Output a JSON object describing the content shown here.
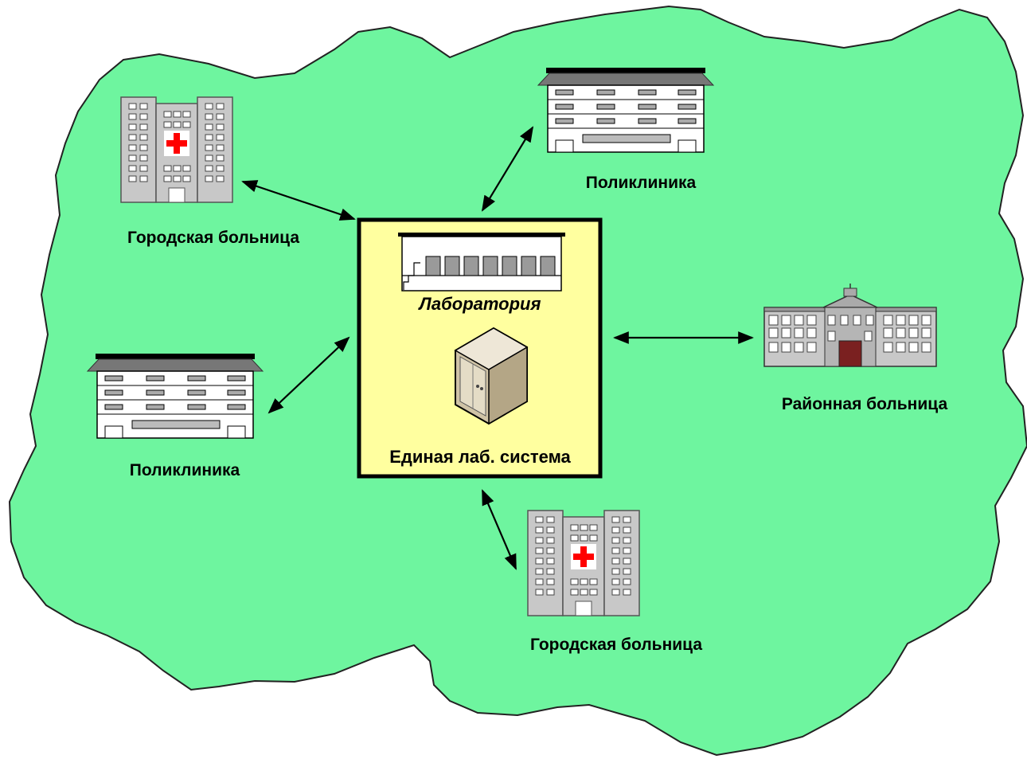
{
  "colors": {
    "region": "#6ef59f",
    "center_box": "#ffff9f",
    "building_gray": "#c8c8c8",
    "building_dark": "#555555",
    "cross": "#ff0000",
    "server": "#d8cdb0"
  },
  "center": {
    "lab_label": "Лаборатория",
    "system_label": "Единая лаб. система",
    "icons": [
      "laboratory-building-icon",
      "server-icon"
    ]
  },
  "nodes": {
    "city_hospital_top": {
      "label": "Городская больница",
      "icon": "hospital-icon"
    },
    "polyclinic_top": {
      "label": "Поликлиника",
      "icon": "polyclinic-icon"
    },
    "polyclinic_left": {
      "label": "Поликлиника",
      "icon": "polyclinic-icon"
    },
    "district_hospital": {
      "label": "Районная больница",
      "icon": "district-hospital-icon"
    },
    "city_hospital_bottom": {
      "label": "Городская больница",
      "icon": "hospital-icon"
    }
  }
}
